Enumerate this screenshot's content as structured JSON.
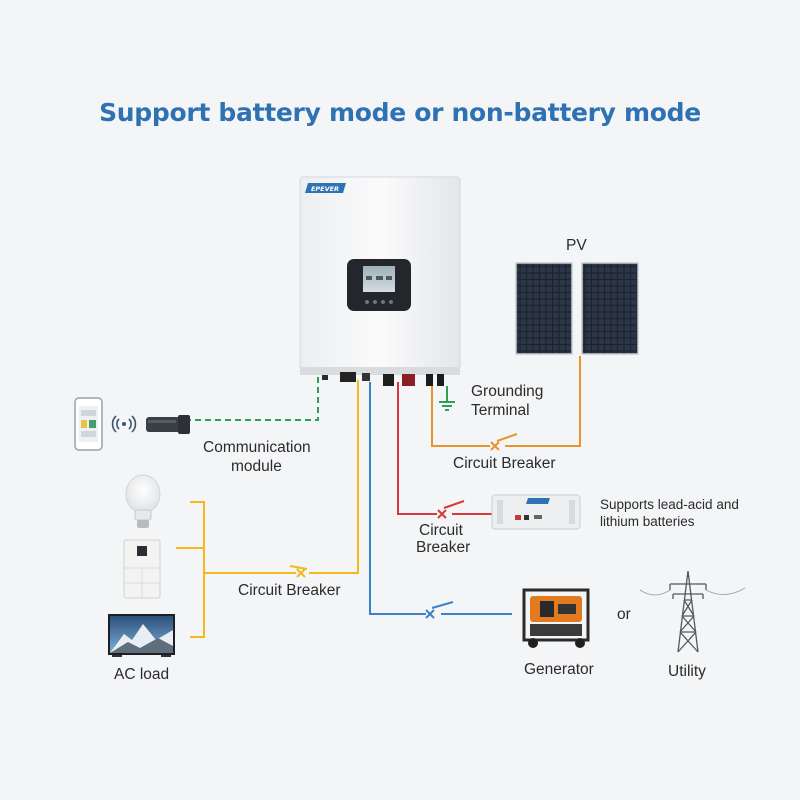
{
  "title": "Support battery mode or non-battery mode",
  "inverter": {
    "brand": "EPEVER"
  },
  "labels": {
    "pv": "PV",
    "grounding_line1": "Grounding",
    "grounding_line2": "Terminal",
    "communication_line1": "Communication",
    "communication_line2": "module",
    "pv_breaker": "Circuit Breaker",
    "battery_breaker_line1": "Circuit",
    "battery_breaker_line2": "Breaker",
    "battery_note_line1": "Supports lead-acid and",
    "battery_note_line2": "lithium batteries",
    "load_breaker": "Circuit Breaker",
    "ac_load": "AC load",
    "generator": "Generator",
    "or": "or",
    "utility": "Utility"
  },
  "colors": {
    "title": "#2f72b3",
    "communication_line": "#2e9e5b",
    "ac_load_line": "#f2b81e",
    "grid_line": "#3a83c6",
    "battery_line": "#d63b3b",
    "pv_line": "#e8962c"
  }
}
